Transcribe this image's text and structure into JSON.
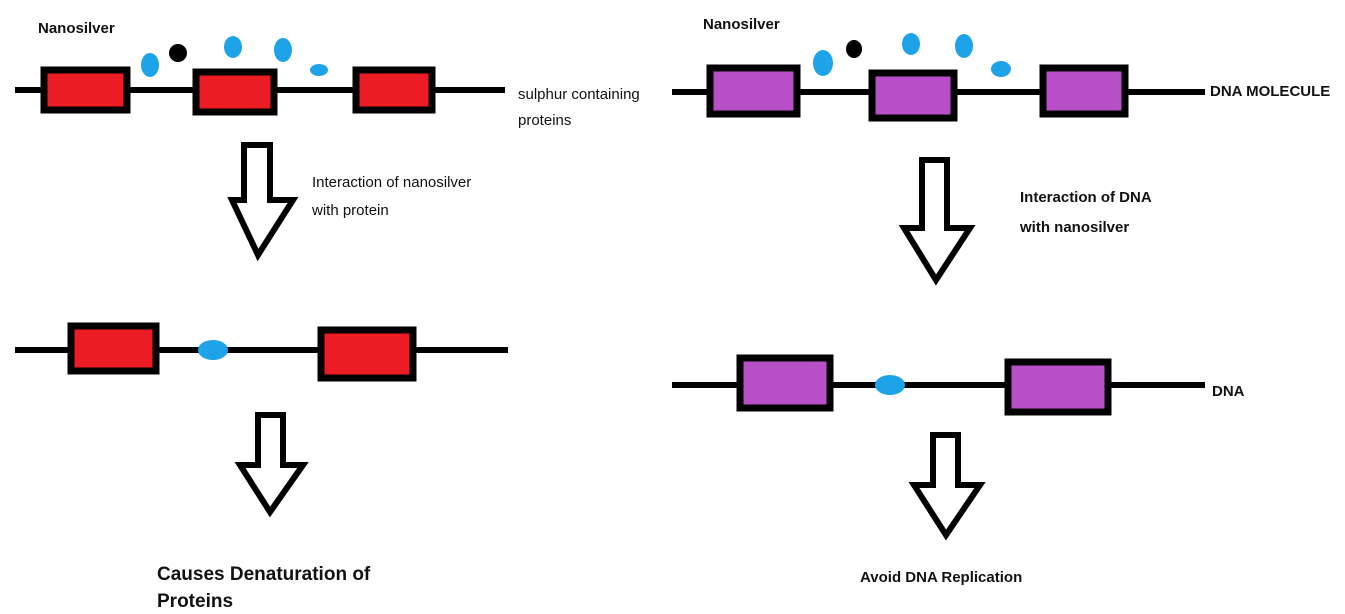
{
  "colors": {
    "protein_box": "#ec1c24",
    "dna_box": "#b94fc8",
    "nanosilver": "#1fa3e8",
    "sulphur": "#000000",
    "line": "#000000"
  },
  "left_panel": {
    "top_label": "Nanosilver",
    "strand_label_line1": "sulphur containing",
    "strand_label_line2": "proteins",
    "arrow1_label_line1": "Interaction of nanosilver",
    "arrow1_label_line2": "with protein",
    "result_line1": "Causes Denaturation of",
    "result_line2": "Proteins"
  },
  "right_panel": {
    "top_label": "Nanosilver",
    "strand_label": "DNA MOLECULE",
    "arrow1_label_line1": "Interaction of DNA",
    "arrow1_label_line2": "with nanosilver",
    "strand2_label": "DNA",
    "result": "Avoid DNA Replication"
  }
}
